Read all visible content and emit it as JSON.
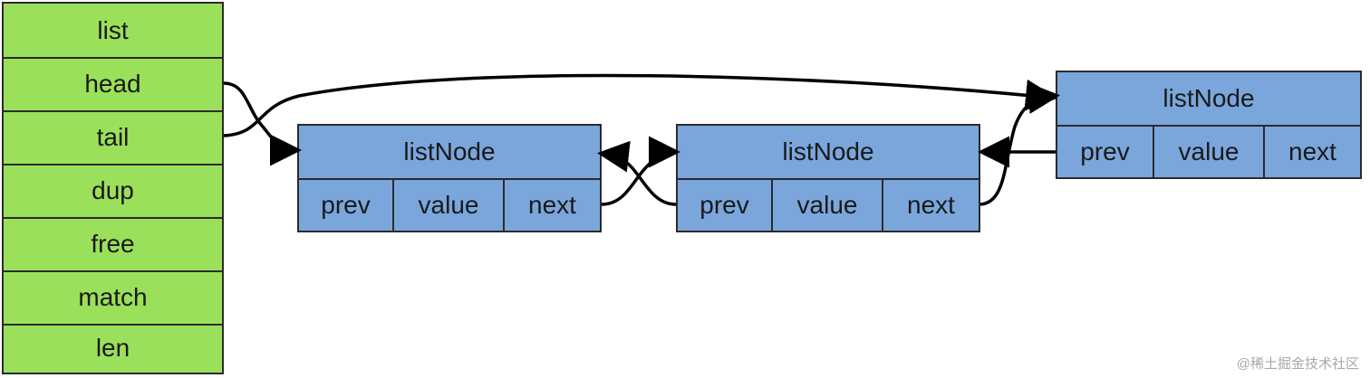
{
  "list": {
    "fields": [
      "list",
      "head",
      "tail",
      "dup",
      "free",
      "match",
      "len"
    ]
  },
  "nodes": [
    {
      "title": "listNode",
      "prev": "prev",
      "value": "value",
      "next": "next"
    },
    {
      "title": "listNode",
      "prev": "prev",
      "value": "value",
      "next": "next"
    },
    {
      "title": "listNode",
      "prev": "prev",
      "value": "value",
      "next": "next"
    }
  ],
  "watermark": "@稀土掘金技术社区",
  "colors": {
    "list_fill": "#9be05a",
    "node_fill": "#7aa6dc",
    "border": "#2b2b2b",
    "arrow": "#000000"
  }
}
